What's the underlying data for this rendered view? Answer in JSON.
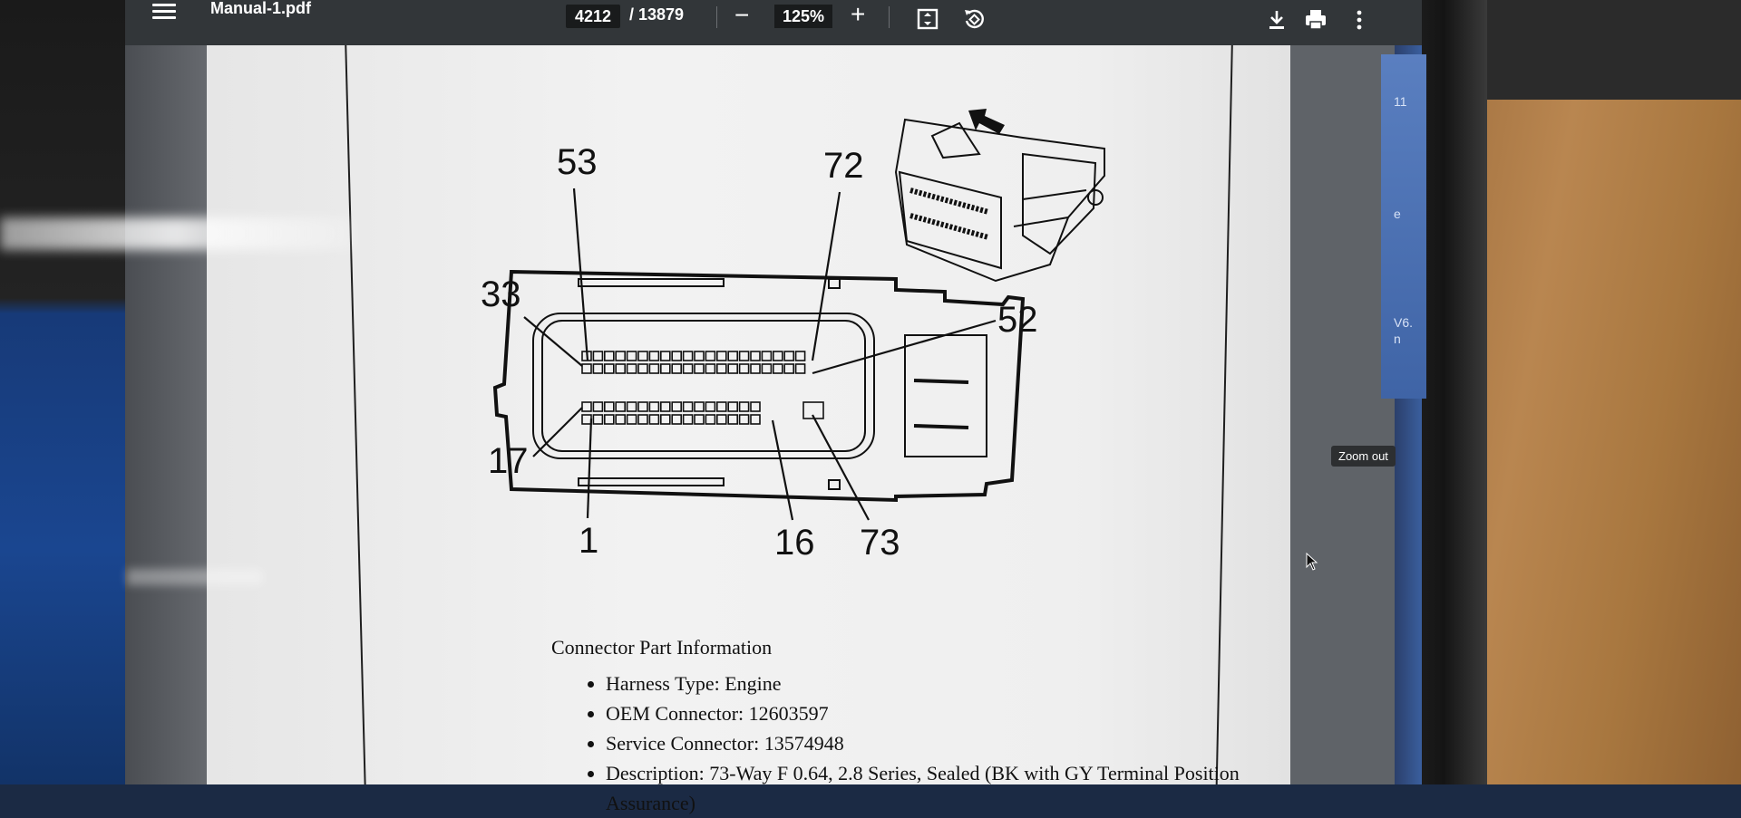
{
  "toolbar": {
    "file_name": "Manual-1.pdf",
    "current_page": "4212",
    "total_pages": "/ 13879",
    "zoom_out_symbol": "−",
    "zoom_level": "125%",
    "zoom_in_symbol": "+",
    "icons": [
      "menu-icon",
      "fit-page-icon",
      "rotate-icon",
      "download-icon",
      "print-icon",
      "more-vert-icon"
    ]
  },
  "diagram": {
    "pin_labels": {
      "p53": "53",
      "p72": "72",
      "p33": "33",
      "p52": "52",
      "p17": "17",
      "p1": "1",
      "p16": "16",
      "p73": "73"
    }
  },
  "connector_info": {
    "heading": "Connector Part Information",
    "items": [
      "Harness Type: Engine",
      "OEM Connector: 12603597",
      "Service Connector: 13574948",
      "Description: 73-Way F 0.64, 2.8 Series, Sealed (BK with GY Terminal Position Assurance)"
    ]
  },
  "tooltip": {
    "zoom_out": "Zoom out"
  },
  "side_peek": {
    "t1": "11",
    "t2": "e",
    "t3": "V6.",
    "t4": "n"
  }
}
